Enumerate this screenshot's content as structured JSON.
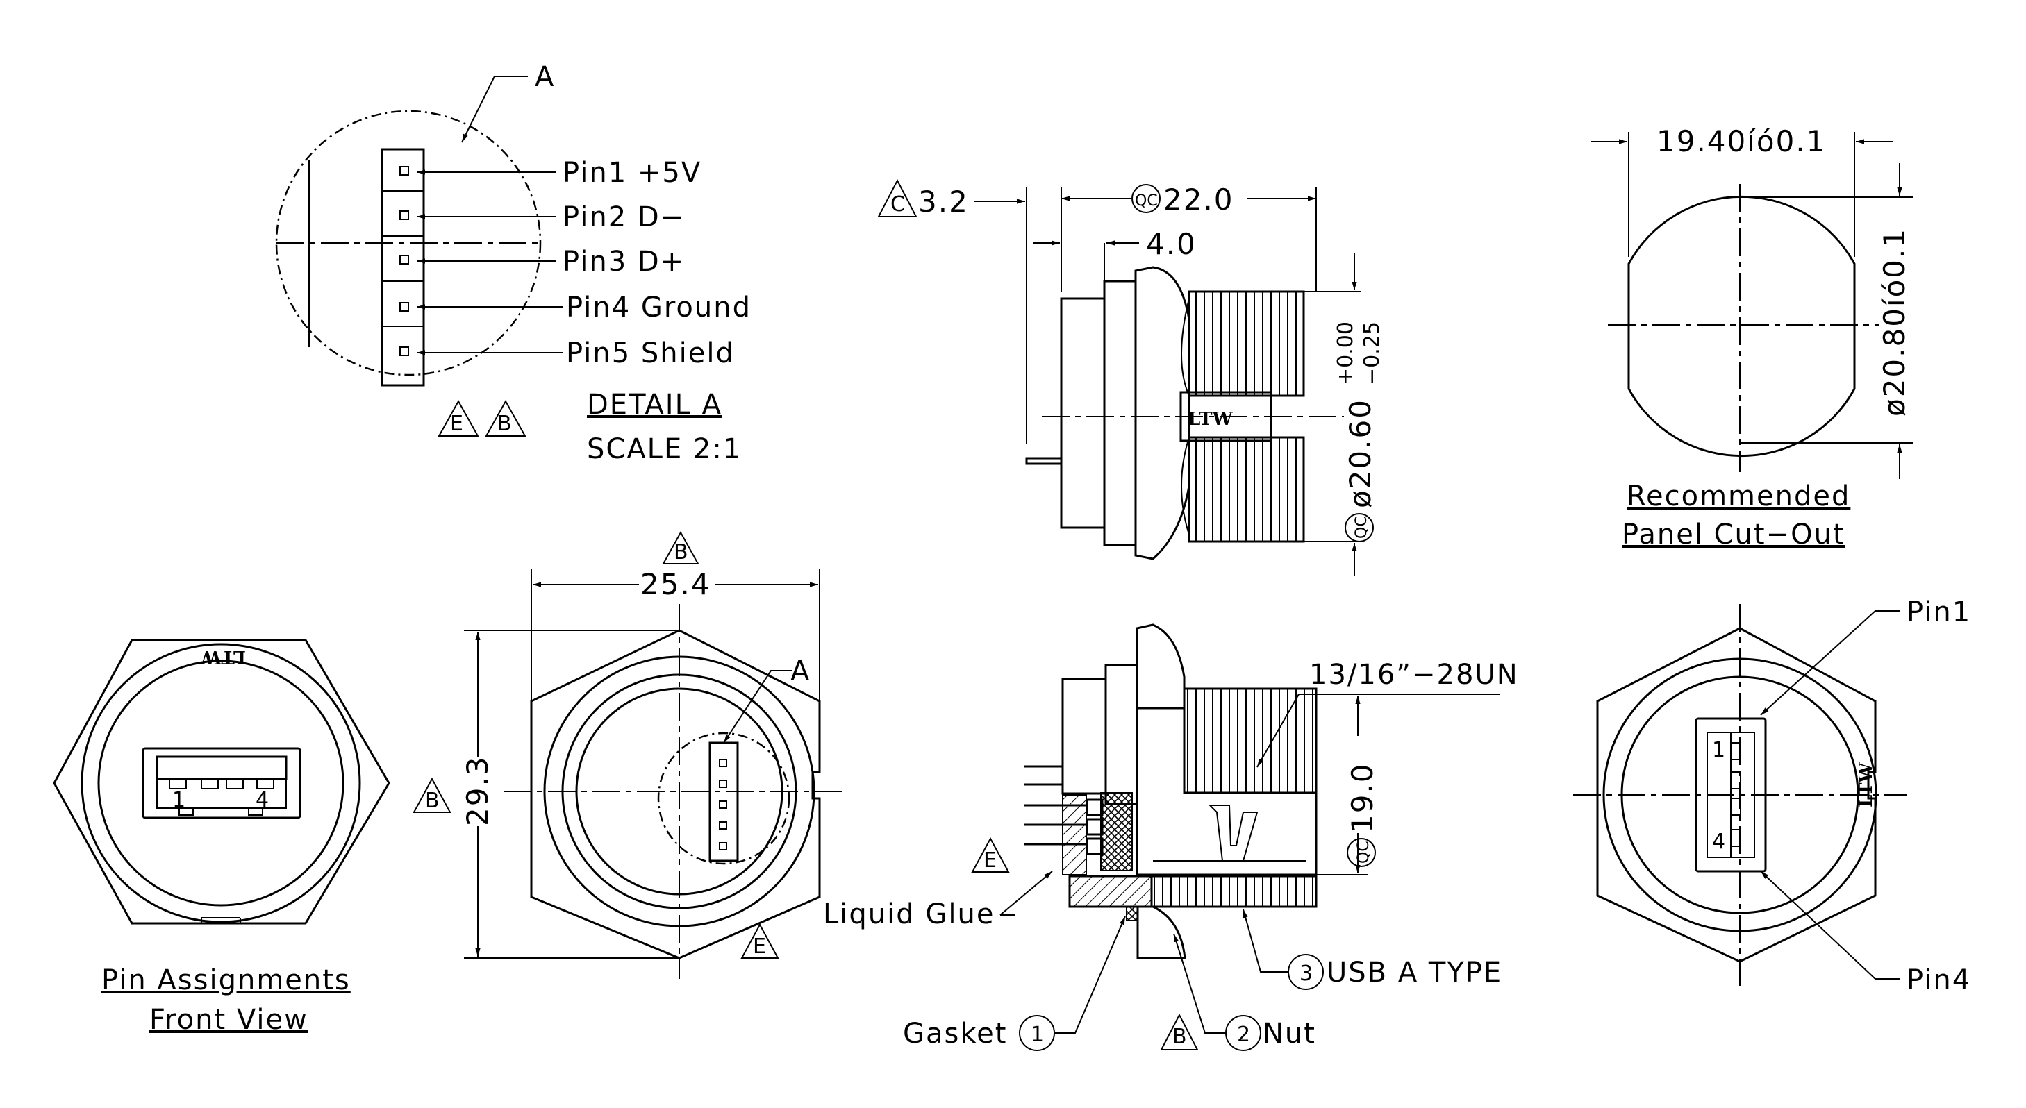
{
  "detail_a": {
    "callout": "A",
    "pins": [
      "Pin1  +5V",
      "Pin2  D−",
      "Pin3  D+",
      "Pin4  Ground",
      "Pin5  Shield"
    ],
    "title": "DETAIL  A",
    "scale": "SCALE  2:1",
    "rev_marks": [
      "E",
      "B"
    ]
  },
  "side_view": {
    "dim_c": "3.2",
    "rev_c": "C",
    "qc_mark": "QC",
    "dim_length": "22.0",
    "dim_flange": "4.0",
    "dim_diameter": "ø20.60",
    "tol_upper": "+0.00",
    "tol_lower": "−0.25",
    "logo": "LTW"
  },
  "panel_cutout": {
    "dim_width": "19.40íó0.1",
    "dim_height": "ø20.80íó0.1",
    "title_line1": "Recommended",
    "title_line2": "Panel  Cut−Out"
  },
  "front_pins": {
    "logo": "LTW",
    "pin1": "1",
    "pin4": "4",
    "title_line1": "Pin  Assignments",
    "title_line2": "Front  View"
  },
  "front_dims": {
    "width": "25.4",
    "height": "29.3",
    "rev_b": "B",
    "rev_e": "E",
    "callout": "A"
  },
  "section_view": {
    "thread": "13/16”−28UN",
    "qc_mark": "QC",
    "dim_height": "19.0",
    "rev_e": "E",
    "rev_b": "B",
    "liquid_glue": "Liquid  Glue",
    "gasket": "Gasket",
    "gasket_num": "1",
    "nut": "Nut",
    "nut_num": "2",
    "usb": "USB  A  TYPE",
    "usb_num": "3"
  },
  "rear_view": {
    "pin1": "Pin1",
    "pin4": "Pin4",
    "logo": "LTW",
    "num1": "1",
    "num4": "4"
  }
}
